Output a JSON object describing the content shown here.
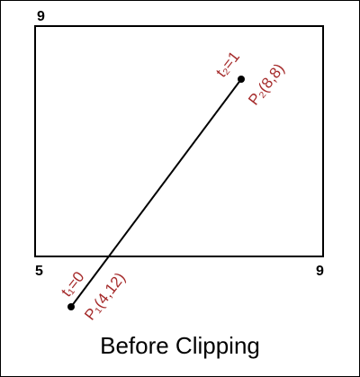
{
  "window": {
    "top_left_value": "9",
    "bottom_left_value": "5",
    "bottom_right_value": "9"
  },
  "line": {
    "start": {
      "param_label": "t₁=0",
      "point_label": "P₁(4,12)"
    },
    "end": {
      "param_label": "t₂=1",
      "point_label": "P₂(8,8)"
    }
  },
  "caption": "Before Clipping",
  "colors": {
    "label_color": "#a52a2a",
    "line_color": "#000000",
    "border_color": "#000000"
  }
}
